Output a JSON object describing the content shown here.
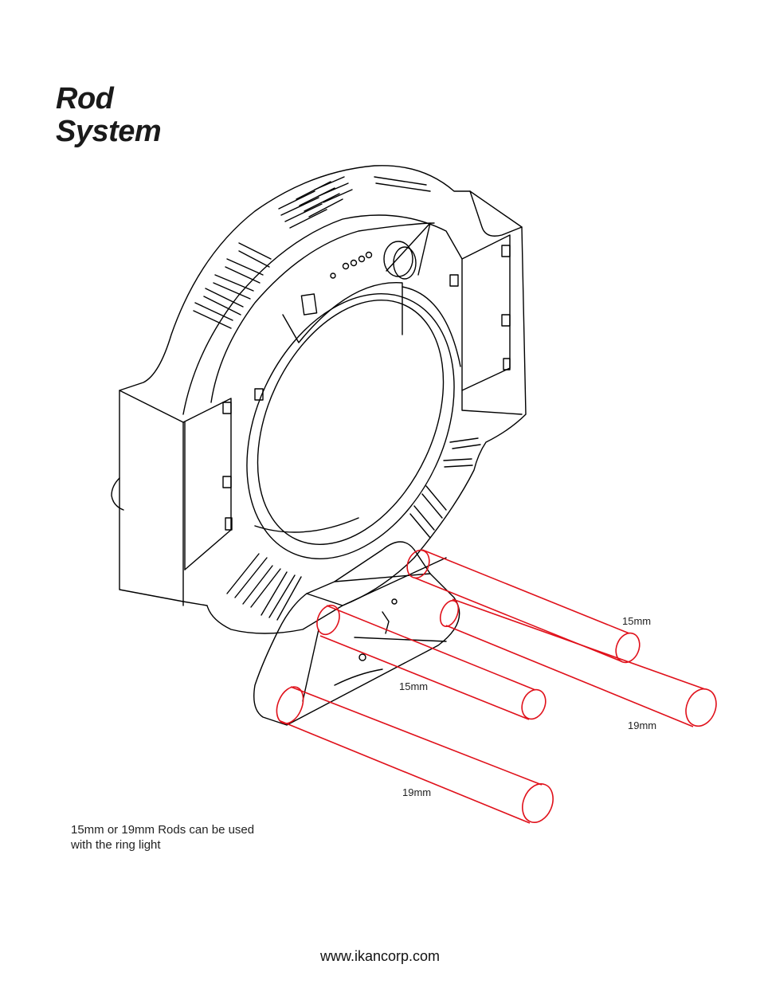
{
  "title": {
    "line1": "Rod",
    "line2": "System"
  },
  "rod_labels": {
    "top_right_15": "15mm",
    "far_right_19": "19mm",
    "middle_15": "15mm",
    "bottom_19": "19mm"
  },
  "caption": {
    "line1": "15mm or 19mm Rods can be used",
    "line2": "with the ring light"
  },
  "footer": {
    "url": "www.ikancorp.com"
  },
  "colors": {
    "rod_stroke": "#e0101a",
    "line_art": "#000000"
  }
}
